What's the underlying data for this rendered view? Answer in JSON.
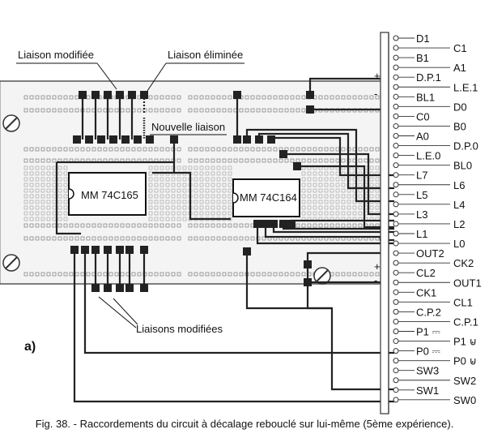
{
  "annotations": {
    "liaison_modifiee": "Liaison modifiée",
    "liaison_eliminee": "Liaison éliminée",
    "nouvelle_liaison": "Nouvelle liaison",
    "liaisons_modifiees": "Liaisons modifiées",
    "panel_label": "a)"
  },
  "chips": {
    "left": "MM 74C165",
    "right": "MM 74C164"
  },
  "power": {
    "plus": "+",
    "minus": "-"
  },
  "connector_labels": [
    "D1",
    "C1",
    "B1",
    "A1",
    "D.P.1",
    "L.E.1",
    "BL1",
    "D0",
    "C0",
    "B0",
    "A0",
    "D.P.0",
    "L.E.0",
    "BL0",
    "L7",
    "L6",
    "L5",
    "L4",
    "L3",
    "L2",
    "L1",
    "L0",
    "OUT2",
    "CK2",
    "CL2",
    "OUT1",
    "CK1",
    "CL1",
    "C.P.2",
    "C.P.1",
    "P1 ⎓",
    "P1 ⊌",
    "P0 ⎓",
    "P0 ⊌",
    "SW3",
    "SW2",
    "SW1",
    "SW0"
  ],
  "caption": "Fig. 38. - Raccordements du circuit à décalage rebouclé sur lui-même (5ème expérience)."
}
